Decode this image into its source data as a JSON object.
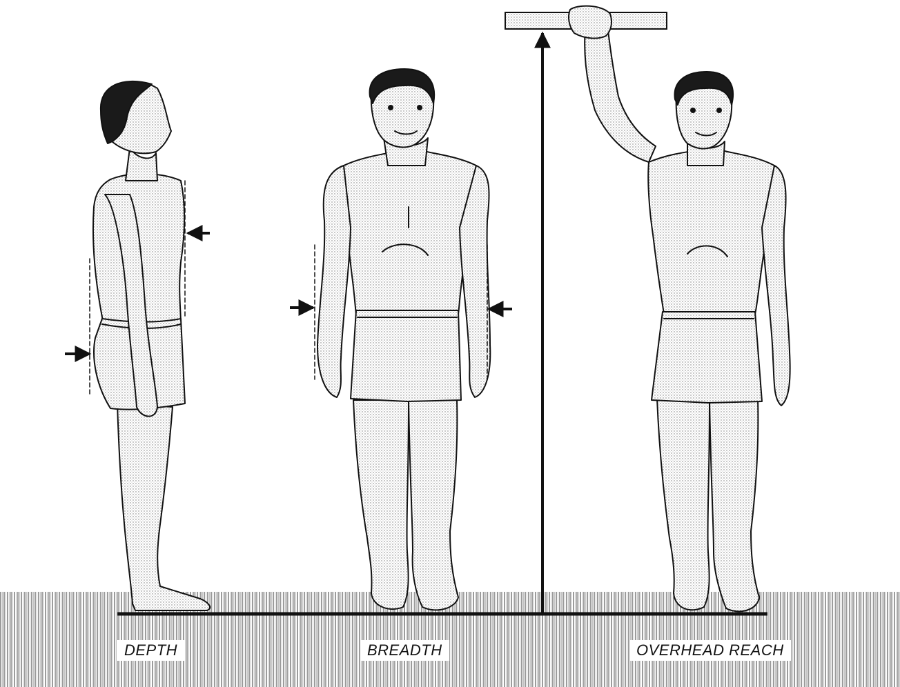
{
  "labels": {
    "depth": "DEPTH",
    "breadth": "BREADTH",
    "overhead_reach": "OVERHEAD REACH"
  },
  "colors": {
    "ink": "#111111",
    "skin_fill": "#e9e9e9",
    "hair": "#1a1a1a",
    "background": "#ffffff"
  },
  "icons": {
    "arrow": "arrow-icon",
    "bar": "overhead-bar-icon"
  }
}
